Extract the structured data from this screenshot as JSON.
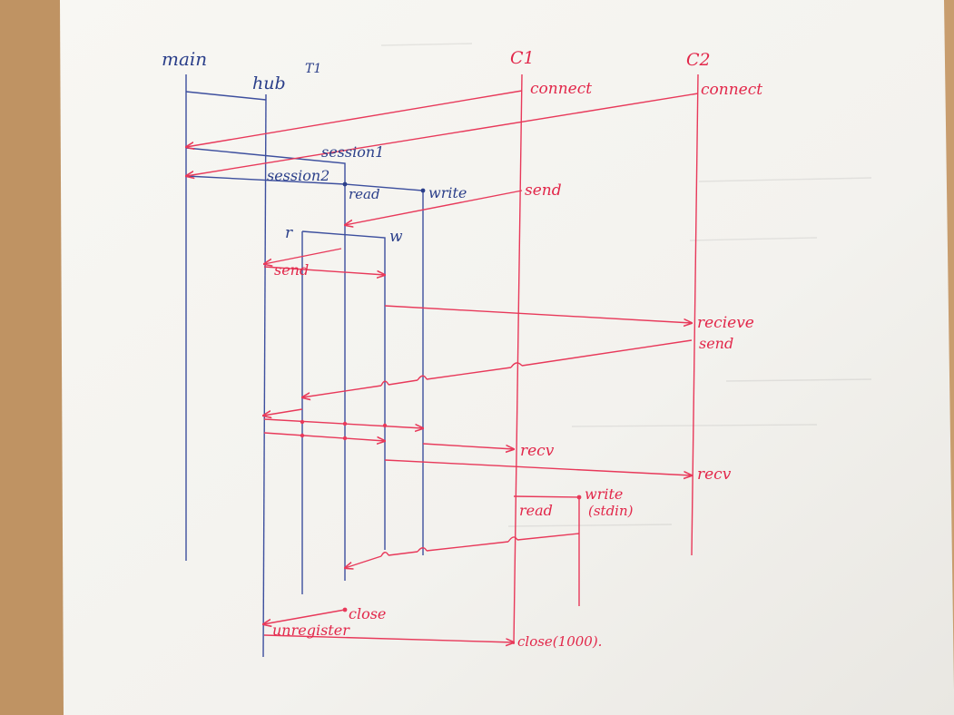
{
  "diagram": {
    "participants": {
      "main": "main",
      "hub": "hub",
      "hub_note": "T1",
      "c1": "C1",
      "c2": "C2"
    },
    "labels": {
      "connect_c1": "connect",
      "connect_c2": "connect",
      "session1": "session1",
      "session2": "session2",
      "read": "read",
      "write": "write",
      "send_c1": "send",
      "r": "r",
      "w": "w",
      "send_hub": "send",
      "recieve": "recieve",
      "send_c2": "send",
      "recv_c1": "recv",
      "recv_c2": "recv",
      "read_c1": "read",
      "write_stdin": "write",
      "stdin": "(stdin)",
      "close": "close",
      "unregister": "unregister",
      "close_1000": "close(1000)."
    },
    "colors": {
      "server_ink": "#3d4f9e",
      "client_ink": "#e8395a",
      "paper": "#f6f5f1",
      "desk": "#c49a6c"
    }
  }
}
